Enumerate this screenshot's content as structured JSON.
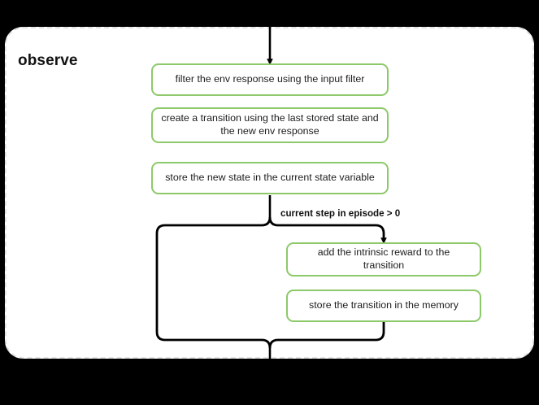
{
  "diagram": {
    "type": "flowchart",
    "title": "observe",
    "background_color": "#000000",
    "container": {
      "label": "observe",
      "border_style": "dashed",
      "border_color": "#e3e3e3",
      "fill_color": "#ffffff"
    },
    "node_style": {
      "border_color": "#8DC96A",
      "fill_color": "#ffffff",
      "text_color": "#1c1c1c"
    },
    "nodes": [
      {
        "id": "filter_env_response",
        "label": "filter the env response using the input filter"
      },
      {
        "id": "create_transition",
        "label": "create a transition using the last stored state and the new env response"
      },
      {
        "id": "store_new_state",
        "label": "store the new state in the current state variable"
      },
      {
        "id": "add_intrinsic_reward",
        "label": "add the intrinsic reward to the transition"
      },
      {
        "id": "store_transition",
        "label": "store the transition in the memory"
      }
    ],
    "edge_labels": [
      {
        "id": "condition_step_gt_zero",
        "label": "current step in episode > 0"
      }
    ]
  }
}
